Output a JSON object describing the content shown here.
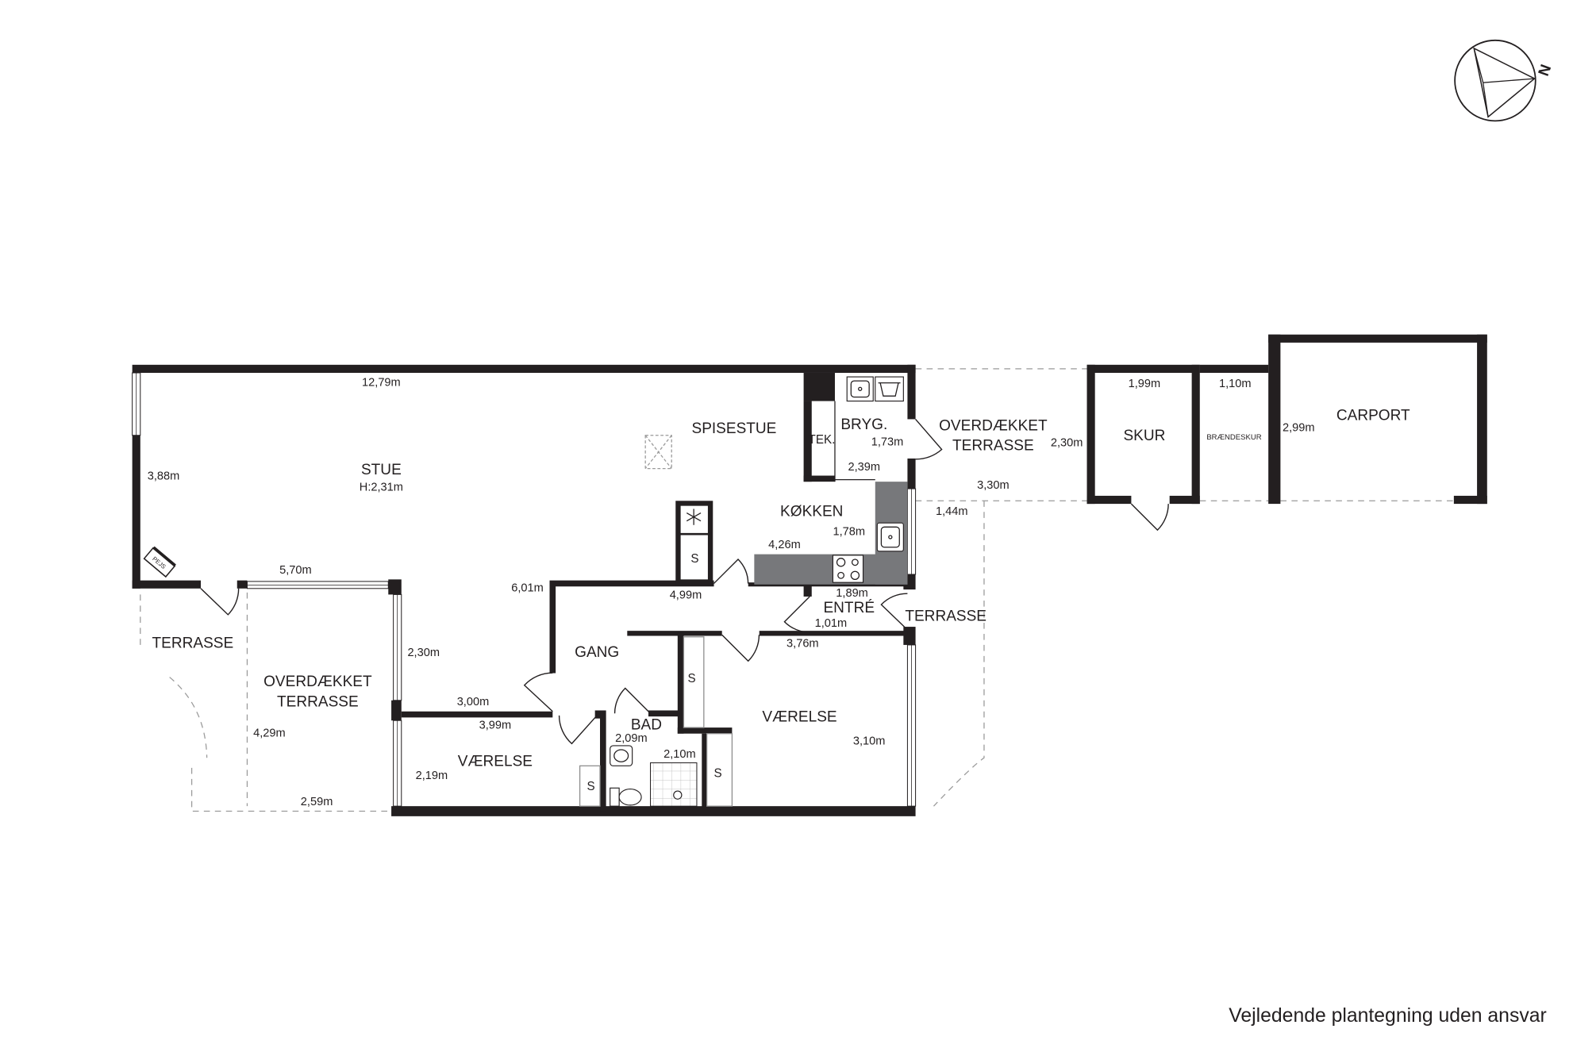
{
  "compass": {
    "north_label": "N",
    "icon": "north-arrow-icon"
  },
  "rooms": {
    "stue": "STUE",
    "stue_ceiling_height": "H:2,31m",
    "spisestue": "SPISESTUE",
    "bryggers": "BRYG.",
    "teknik": "TEK.",
    "koekken": "KØKKEN",
    "entre": "ENTRÉ",
    "gang": "GANG",
    "bad": "BAD",
    "vaerelse_east": "VÆRELSE",
    "vaerelse_west": "VÆRELSE",
    "terrasse_west": "TERRASSE",
    "terrasse_east": "TERRASSE",
    "overdaekket_terrasse_west": {
      "line1": "OVERDÆKKET",
      "line2": "TERRASSE"
    },
    "overdaekket_terrasse_north": {
      "line1": "OVERDÆKKET",
      "line2": "TERRASSE"
    },
    "skur": "SKUR",
    "braendeskur": "BRÆNDESKUR",
    "carport": "CARPORT"
  },
  "fixtures": {
    "fireplace": "PEJS",
    "closets": [
      "S",
      "S",
      "S",
      "S"
    ]
  },
  "icons": {
    "fireplace": "fireplace-icon",
    "skylight": "skylight-icon",
    "freezer": "freezer-icon",
    "stove": "stove-icon",
    "kitchen_sink": "sink-icon",
    "utility_sink": "sink-icon",
    "washing_machine": "washing-machine-icon",
    "toilet": "toilet-icon",
    "shower": "shower-icon"
  },
  "dimensions": {
    "stue_length": "12,79m",
    "stue_depth": "3,88m",
    "stue_south": "5,70m",
    "spisestue_depth": "6,01m",
    "gang_top": "4,99m",
    "koekken_width": "4,26m",
    "koekken_depth": "1,78m",
    "bryg_depth": "1,73m",
    "bryg_width": "2,39m",
    "entre_width": "1,89m",
    "entre_depth": "1,01m",
    "vaerelse_east_width": "3,76m",
    "vaerelse_east_depth": "3,10m",
    "terrasse_north_depth": "1,44m",
    "terrasse_north_width": "3,30m",
    "terrasse_north_height": "2,30m",
    "skur_width": "1,99m",
    "braendeskur_width": "1,10m",
    "carport_depth": "2,99m",
    "overdaekket_west_depth": "2,30m",
    "overdaekket_west_length": "4,29m",
    "overdaekket_west_width": "2,59m",
    "gang_wall": "3,00m",
    "vaerelse_west_width": "3,99m",
    "vaerelse_west_depth": "2,19m",
    "bad_width": "2,09m",
    "bad_depth": "2,10m"
  },
  "footer": {
    "disclaimer": "Vejledende plantegning uden ansvar"
  },
  "colors": {
    "wall": "#231f20",
    "counter": "#77787b",
    "outline": "#9a9a9a",
    "background": "#ffffff"
  }
}
